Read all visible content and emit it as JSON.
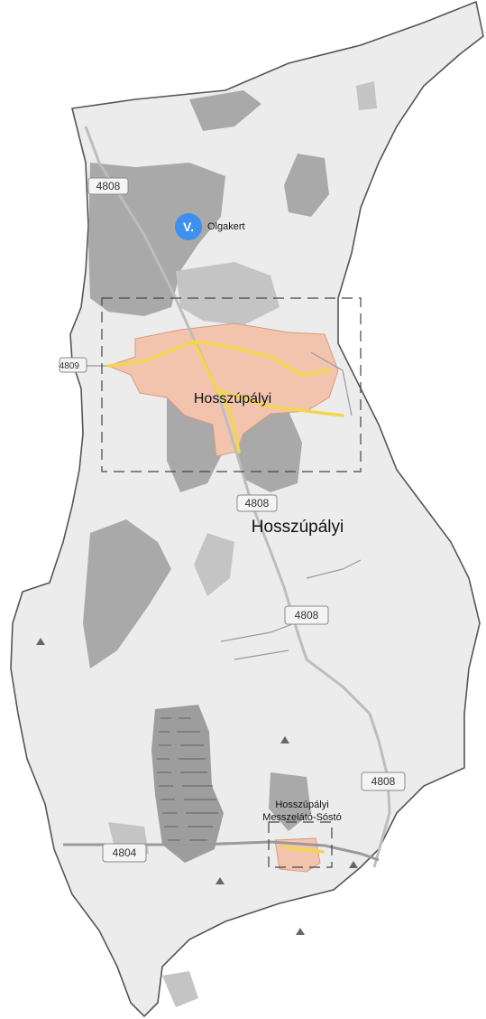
{
  "map": {
    "colors": {
      "background": "#ffffff",
      "land": "#ececec",
      "boundary": "#555555",
      "forest_dark": "#a9a9a9",
      "forest_light": "#c4c4c4",
      "settlement": "#f2c4ae",
      "major_road": "#f2d64e",
      "road": "#9a9a9a",
      "marker": "#3d8ff0"
    },
    "marker": {
      "icon": "v-letter-marker",
      "letter": "V.",
      "label": "Olgakert"
    },
    "town_label_inner": "Hosszúpályi",
    "municipality_label": "Hosszúpályi",
    "subarea_label_line1": "Hosszúpályi",
    "subarea_label_line2": "Messzelátó-Sóstó",
    "road_shields": {
      "north": "4808",
      "mid_upper": "4808",
      "mid": "4808",
      "south_east": "4808",
      "south_west": "4804",
      "west_cut": "4809"
    },
    "peak_icon": "triangle-peak-icon"
  }
}
